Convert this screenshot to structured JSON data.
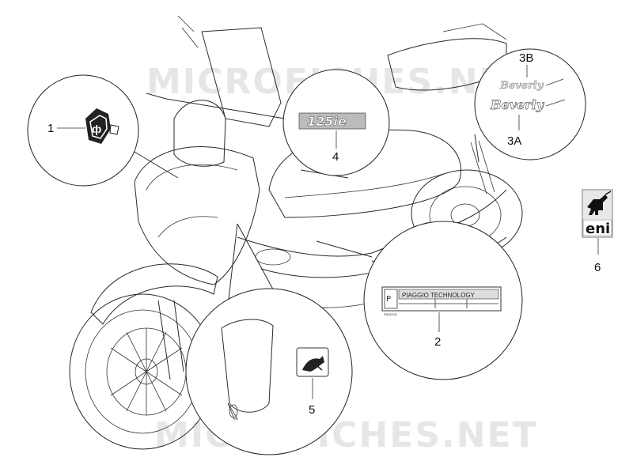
{
  "watermark": {
    "text": "MICROFICHES.NET"
  },
  "callouts": {
    "p1": "1",
    "p2": "2",
    "p3A": "3A",
    "p3B": "3B",
    "p4": "4",
    "p5": "5",
    "p6": "6"
  },
  "decals": {
    "model_badge": "125ie",
    "brand_script_a": "Beverly",
    "brand_script_b": "Beverly",
    "technology_plate": "PIAGGIO TECHNOLOGY",
    "technology_plate_small": "PIAGGIO",
    "fuel_brand": "eni"
  },
  "icons": {
    "part1": "piaggio-shield-logo-icon",
    "part5": "piaggio-wing-emblem-icon",
    "part6": "eni-six-legged-dog-icon"
  }
}
